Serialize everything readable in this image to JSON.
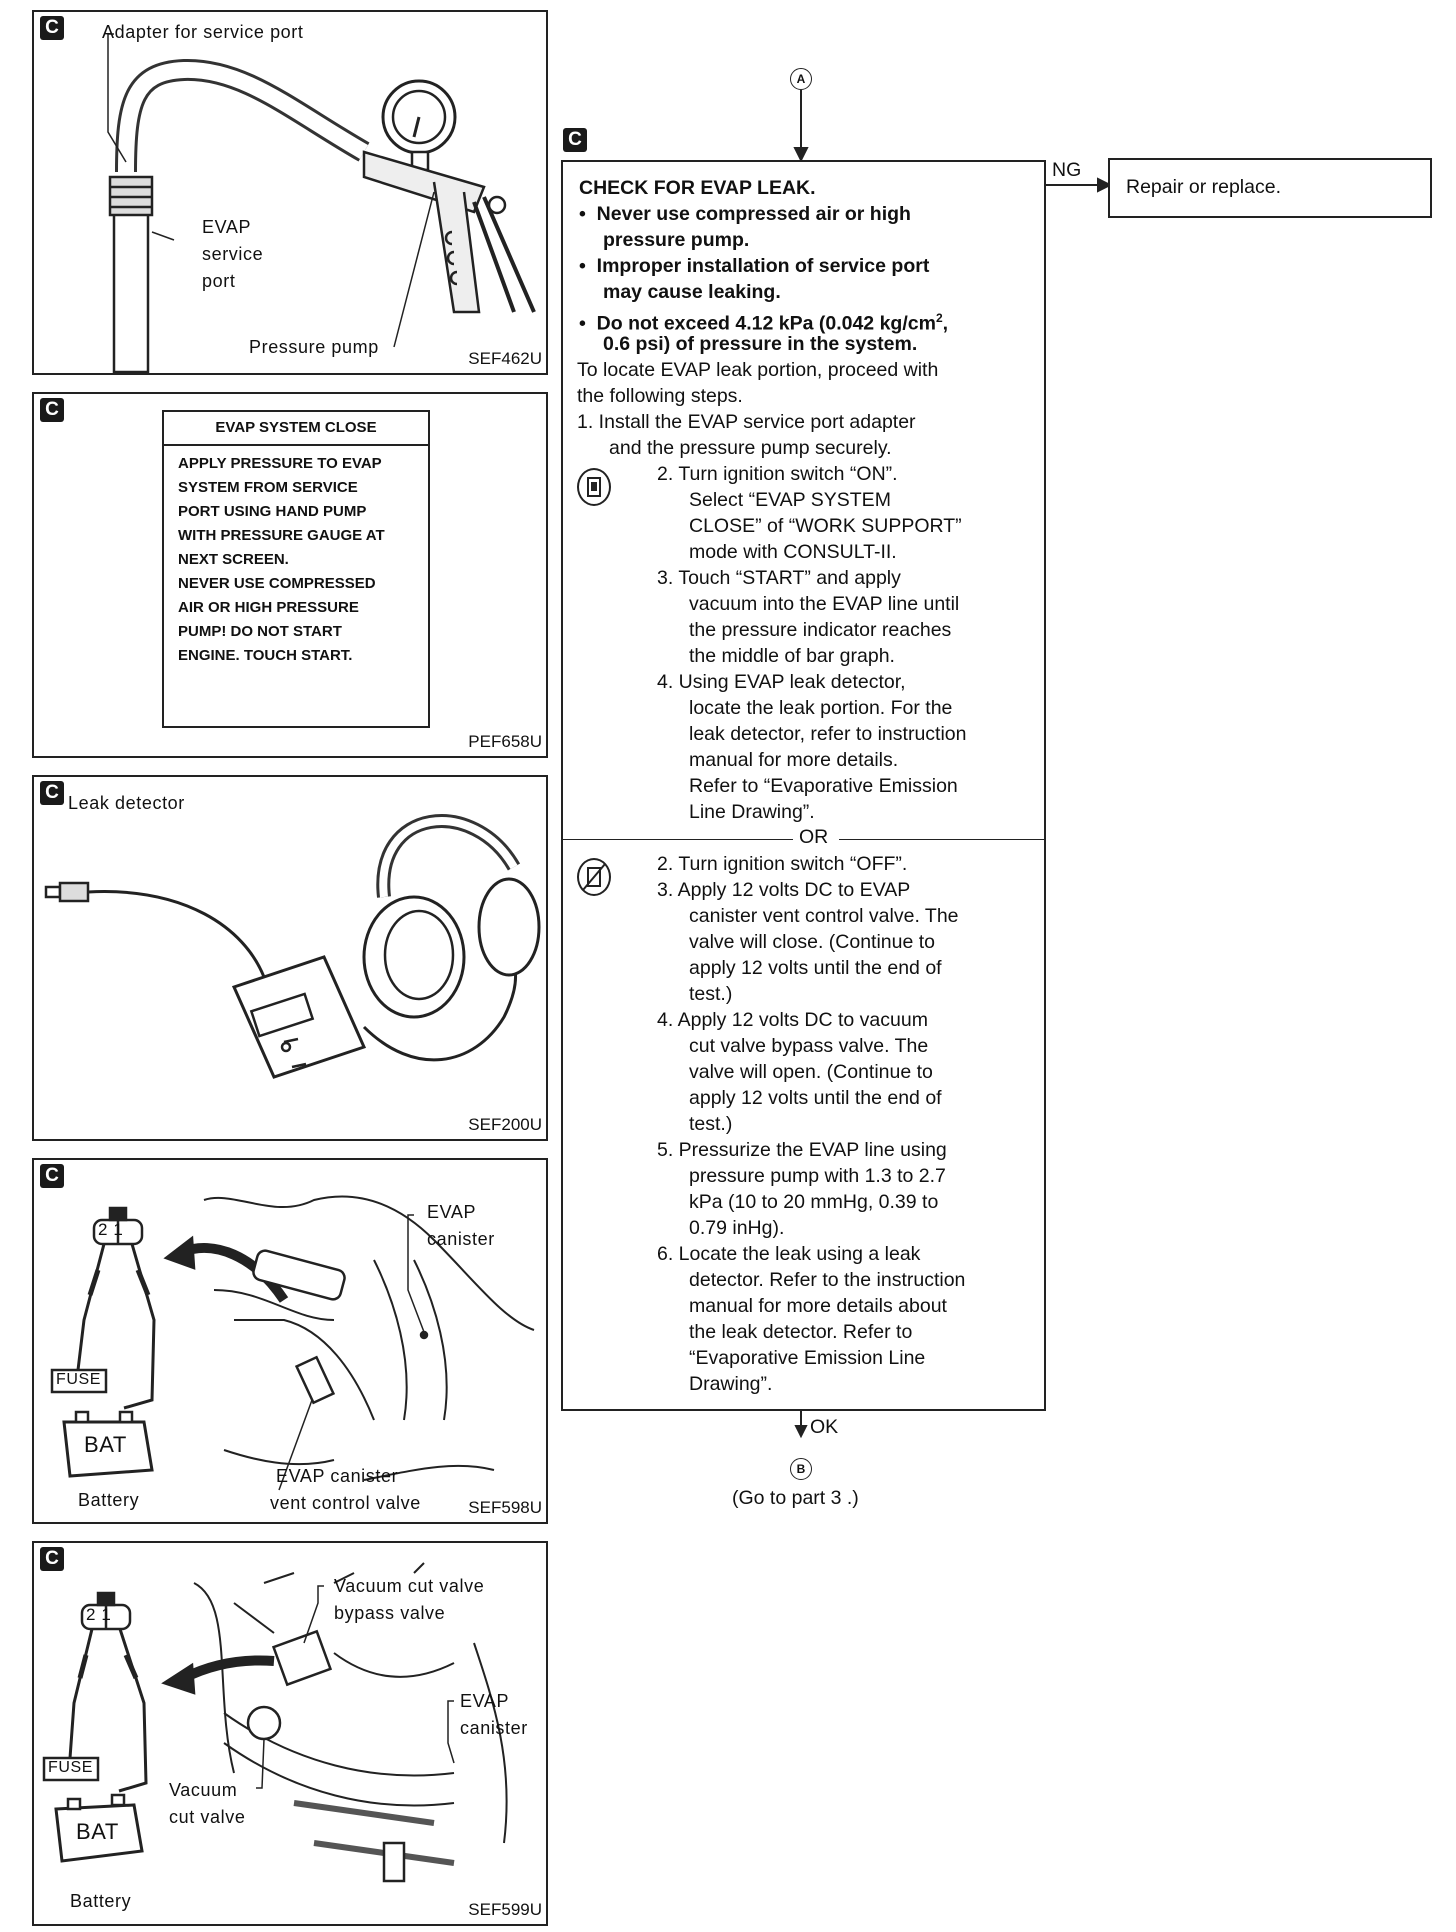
{
  "panels": {
    "p1": {
      "badge": "C",
      "adapter_label": "Adapter for service port",
      "evap_label_1": "EVAP",
      "evap_label_2": "service",
      "evap_label_3": "port",
      "pump_label": "Pressure pump",
      "code": "SEF462U"
    },
    "p2": {
      "badge": "C",
      "screen_title": "EVAP SYSTEM CLOSE",
      "screen_lines": [
        "APPLY PRESSURE TO EVAP",
        "SYSTEM FROM SERVICE",
        "PORT USING HAND PUMP",
        "WITH PRESSURE GAUGE AT",
        "NEXT SCREEN.",
        "NEVER USE COMPRESSED",
        "AIR OR HIGH PRESSURE",
        "PUMP! DO NOT START",
        "ENGINE. TOUCH START."
      ],
      "code": "PEF658U"
    },
    "p3": {
      "badge": "C",
      "title": "Leak detector",
      "code": "SEF200U"
    },
    "p4": {
      "badge": "C",
      "connector": "2 1",
      "fuse": "FUSE",
      "bat": "BAT",
      "battery": "Battery",
      "evap_1": "EVAP",
      "evap_2": "canister",
      "valve_1": "EVAP canister",
      "valve_2": "vent control valve",
      "code": "SEF598U"
    },
    "p5": {
      "badge": "C",
      "connector": "2 1",
      "fuse": "FUSE",
      "bat": "BAT",
      "battery": "Battery",
      "vcv_1": "Vacuum cut valve",
      "vcv_2": "bypass valve",
      "evap_1": "EVAP",
      "evap_2": "canister",
      "vac_1": "Vacuum",
      "vac_2": "cut valve",
      "code": "SEF599U"
    }
  },
  "flow": {
    "top_connector": "A",
    "badge": "C",
    "ng_label": "NG",
    "ng_box": "Repair or replace.",
    "heading": "CHECK FOR EVAP LEAK.",
    "bullets": [
      [
        "Never use compressed air or high",
        "pressure pump."
      ],
      [
        "Improper installation of service port",
        "may cause leaking."
      ],
      [
        "Do not exceed 4.12 kPa (0.042 kg/cm",
        "0.6 psi) of pressure in the system."
      ]
    ],
    "superscript": "2",
    "bullet3_tail": ",",
    "intro": [
      "To locate EVAP leak portion, proceed with",
      "the following steps."
    ],
    "step1": [
      "1.  Install the EVAP service port adapter",
      "and the pressure pump securely."
    ],
    "consult_steps": [
      [
        "2.  Turn ignition switch “ON”.",
        "Select “EVAP SYSTEM",
        "CLOSE” of “WORK SUPPORT”",
        "mode with CONSULT-II."
      ],
      [
        "3.  Touch “START” and apply",
        "vacuum into the EVAP line until",
        "the pressure indicator reaches",
        "the middle of bar graph."
      ],
      [
        "4.  Using EVAP leak detector,",
        "locate the leak portion. For the",
        "leak detector, refer to instruction",
        "manual for more details.",
        "Refer to “Evaporative Emission",
        "Line Drawing”."
      ]
    ],
    "or_label": "OR",
    "manual_steps": [
      [
        "2.  Turn ignition switch “OFF”."
      ],
      [
        "3.  Apply 12 volts DC to EVAP",
        "canister vent control valve. The",
        "valve will close. (Continue to",
        "apply 12 volts until the end of",
        "test.)"
      ],
      [
        "4.  Apply 12 volts DC to vacuum",
        "cut valve bypass valve. The",
        "valve will open. (Continue to",
        "apply 12 volts until the end of",
        "test.)"
      ],
      [
        "5.  Pressurize the EVAP line using",
        "pressure pump with 1.3 to 2.7",
        "kPa (10 to 20 mmHg, 0.39 to",
        "0.79 inHg)."
      ],
      [
        "6.  Locate the leak using a leak",
        "detector. Refer to the instruction",
        "manual for more details about",
        "the leak detector. Refer to",
        "“Evaporative Emission Line",
        "Drawing”."
      ]
    ],
    "ok_label": "OK",
    "bottom_connector": "B",
    "goto": "(Go to part 3 .)"
  }
}
